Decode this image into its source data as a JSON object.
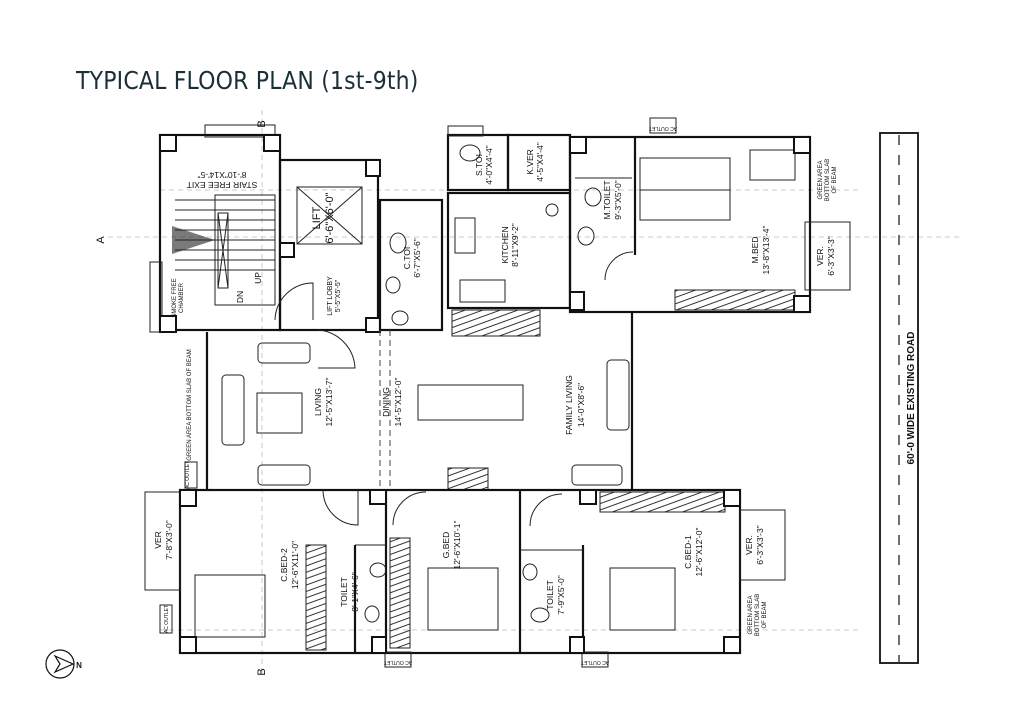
{
  "title": "TYPICAL FLOOR PLAN (1st-9th)",
  "road": "60'-0 WIDE EXISTING ROAD",
  "section_markers": {
    "b_top": "B",
    "b_bottom": "B",
    "a_left": "A"
  },
  "compass": {
    "label": "N"
  },
  "rooms": {
    "stair": {
      "name": "STAIR FREE EXIT",
      "size": "8'-10\"X14'-5\""
    },
    "lift": {
      "name": "LIFT",
      "size": "6'-6\"X6'-0\""
    },
    "up": "UP",
    "dn": "DN",
    "smoke": {
      "line1": "SMOKE FREE",
      "line2": "CHAMBER"
    },
    "lift_lobby": {
      "name": "LIFT LOBBY",
      "size": "5'-5\"X5'-5\""
    },
    "c_toi": {
      "name": "C.TOI",
      "size": "6'-7\"X5'-6\""
    },
    "s_toi": {
      "name": "S.TOI",
      "size": "4'-0\"X4'-4\""
    },
    "k_ver": {
      "name": "K.VER",
      "size": "4'-5\"X4'-4\""
    },
    "kitchen": {
      "name": "KITCHEN",
      "size": "8'-11\"X9'-2\""
    },
    "m_toilet": {
      "name": "M.TOILET",
      "size": "9'-3\"X5'-0\""
    },
    "m_bed": {
      "name": "M.BED",
      "size": "13'-8\"X13'-4\""
    },
    "ver_mbed": {
      "name": "VER.",
      "size": "6'-3\"X3'-3\""
    },
    "living": {
      "name": "LIVING",
      "size": "12'-5\"X13'-7\""
    },
    "dining": {
      "name": "DINING",
      "size": "14'-5\"X12'-0\""
    },
    "family_living": {
      "name": "FAMILY LIVING",
      "size": "14'-0\"X8'-6\""
    },
    "ver_cbed2": {
      "name": "VER",
      "size": "7'-8\"X3'-0\""
    },
    "c_bed2": {
      "name": "C.BED-2",
      "size": "12'-6\"X11'-0\""
    },
    "toilet1": {
      "name": "TOILET",
      "size": "8'-1\"X4'-6\""
    },
    "g_bed": {
      "name": "G.BED",
      "size": "12'-6\"X10'-1\""
    },
    "toilet2": {
      "name": "TOILET",
      "size": "7'-9\"X5'-0\""
    },
    "c_bed1": {
      "name": "C.BED-1",
      "size": "12'-6\"X12'-0\""
    },
    "ver_cbed1": {
      "name": "VER.",
      "size": "6'-3\"X3'-3\""
    }
  },
  "green_area": {
    "line1": "GREEN AREA",
    "line2": "BOTTOM SLAB",
    "line3": "OF BEAM",
    "left": "GREEN AREA BOTTOM SLAB OF BEAM"
  },
  "ac_outlet": "AC OUTLET"
}
